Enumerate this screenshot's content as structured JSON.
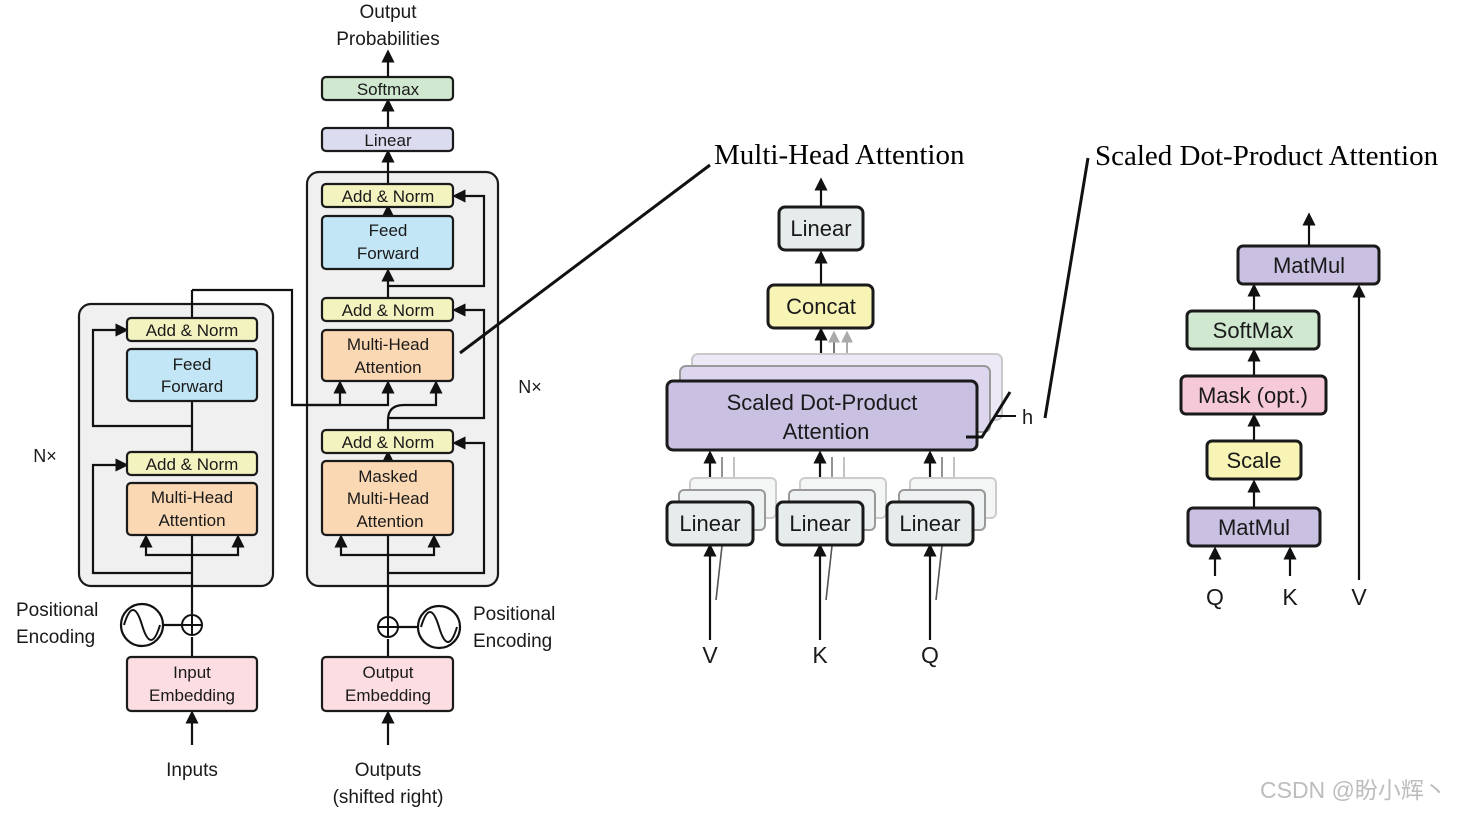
{
  "colors": {
    "add_norm": "#f3f3c0",
    "feed_forward": "#c2e6f5",
    "attention": "#fbd8b4",
    "embedding": "#fbdde2",
    "softmax": "#cfe8cf",
    "linear": "#dcdcf0",
    "stack_bg": "#f0f0f0",
    "sdpa": "#c9c0e2",
    "concat": "#f7f4b6",
    "mha_linear": "#e6ecec",
    "mask": "#f6c9d8"
  },
  "transformer": {
    "output_probabilities": [
      "Output",
      "Probabilities"
    ],
    "softmax": "Softmax",
    "linear": "Linear",
    "add_norm": "Add & Norm",
    "feed_forward": [
      "Feed",
      "Forward"
    ],
    "multi_head_attention": [
      "Multi-Head",
      "Attention"
    ],
    "masked_mha": [
      "Masked",
      "Multi-Head",
      "Attention"
    ],
    "encoder_nx": "N×",
    "decoder_nx": "N×",
    "positional_encoding": [
      "Positional",
      "Encoding"
    ],
    "input_embedding": [
      "Input",
      "Embedding"
    ],
    "output_embedding": [
      "Output",
      "Embedding"
    ],
    "inputs": "Inputs",
    "outputs": [
      "Outputs",
      "(shifted right)"
    ]
  },
  "mha": {
    "title": "Multi-Head Attention",
    "linear": "Linear",
    "concat": "Concat",
    "sdpa": [
      "Scaled Dot-Product",
      "Attention"
    ],
    "h": "h",
    "inputs": [
      "V",
      "K",
      "Q"
    ]
  },
  "sdpa": {
    "title": "Scaled Dot-Product Attention",
    "matmul_top": "MatMul",
    "softmax": "SoftMax",
    "mask": "Mask (opt.)",
    "scale": "Scale",
    "matmul_bottom": "MatMul",
    "inputs": [
      "Q",
      "K",
      "V"
    ]
  },
  "watermark": "CSDN @盼小辉丶"
}
